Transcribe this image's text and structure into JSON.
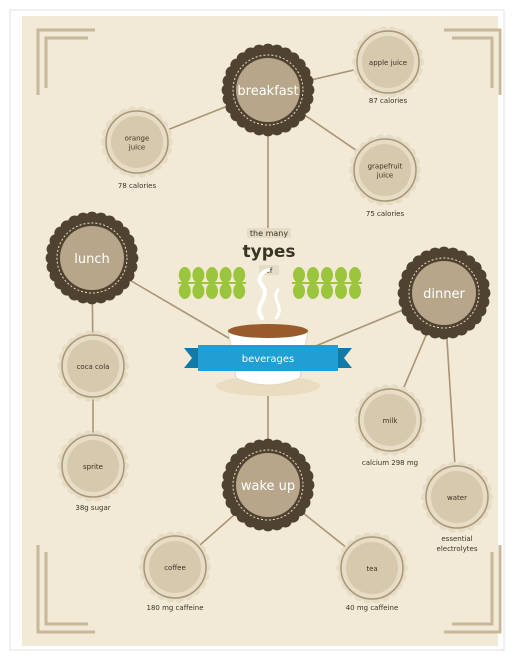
{
  "title": {
    "line1": "the many",
    "line2": "types",
    "line3": "of"
  },
  "banner": "beverages",
  "colors": {
    "background": "#f2ead6",
    "hub_ring": "#4f4231",
    "hub_fill": "#b8a68a",
    "leaf_fill": "#e7dcc6",
    "leaf_border": "#a89676",
    "line": "#a99475",
    "banner": "#1f9fd3",
    "leaves": "#9bc53d",
    "frame": "#c9b79a"
  },
  "hubs": [
    {
      "id": "breakfast",
      "label": "breakfast"
    },
    {
      "id": "lunch",
      "label": "lunch"
    },
    {
      "id": "dinner",
      "label": "dinner"
    },
    {
      "id": "wakeup",
      "label": "wake up"
    }
  ],
  "items": [
    {
      "id": "apple",
      "hub": "breakfast",
      "label": [
        "apple juice"
      ],
      "caption": "87 calories"
    },
    {
      "id": "orange",
      "hub": "breakfast",
      "label": [
        "orange",
        "juice"
      ],
      "caption": "78 calories"
    },
    {
      "id": "grapefruit",
      "hub": "breakfast",
      "label": [
        "grapefruit",
        "juice"
      ],
      "caption": "75 calories"
    },
    {
      "id": "cola",
      "hub": "lunch",
      "label": [
        "coca cola"
      ],
      "caption": ""
    },
    {
      "id": "sprite",
      "hub": "lunch",
      "label": [
        "sprite"
      ],
      "caption": "38g sugar"
    },
    {
      "id": "milk",
      "hub": "dinner",
      "label": [
        "milk"
      ],
      "caption": "calcium 298 mg"
    },
    {
      "id": "water",
      "hub": "dinner",
      "label": [
        "water"
      ],
      "caption": [
        "essential",
        "electrolytes"
      ]
    },
    {
      "id": "coffee",
      "hub": "wakeup",
      "label": [
        "coffee"
      ],
      "caption": "180 mg caffeine"
    },
    {
      "id": "tea",
      "hub": "wakeup",
      "label": [
        "tea"
      ],
      "caption": "40 mg caffeine"
    }
  ]
}
